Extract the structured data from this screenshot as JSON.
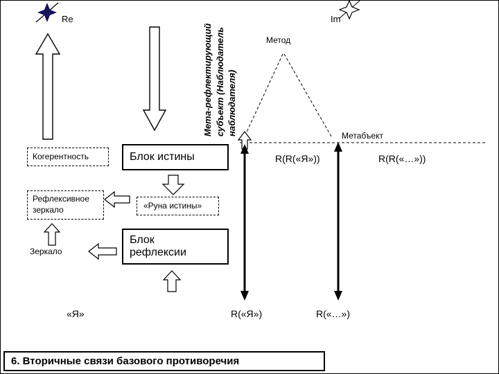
{
  "slide": {
    "axes": {
      "re": "Re",
      "im": "Im"
    },
    "observer": {
      "meta_subject": "Мета-рефлектирующий\nсубъект (Наблюдатель\nнаблюдателя)"
    },
    "method": "Метод",
    "metaobject": "Метабъект",
    "blocks": {
      "coherence": "Когерентность",
      "truth_block": "Блок истины",
      "reflexive_mirror": "Рефлексивное зеркало",
      "truth_rune": "«Руна истины»",
      "mirror": "Зеркало",
      "reflection_block": "Блок\nрефлексии"
    },
    "formulas": {
      "rr_ya": "R(R(«Я»))",
      "rr_ellipsis": "R(R(«…»))",
      "ya": "«Я»",
      "r_ya": "R(«Я»)",
      "r_ellipsis": "R(«…»)"
    },
    "caption": "6. Вторичные связи базового противоречия",
    "icons": {
      "left_star": "filled-four-point-star",
      "right_star": "outline-four-point-star"
    },
    "colors": {
      "star_fill": "#14145a",
      "line": "#000000",
      "background": "#ffffff"
    }
  }
}
